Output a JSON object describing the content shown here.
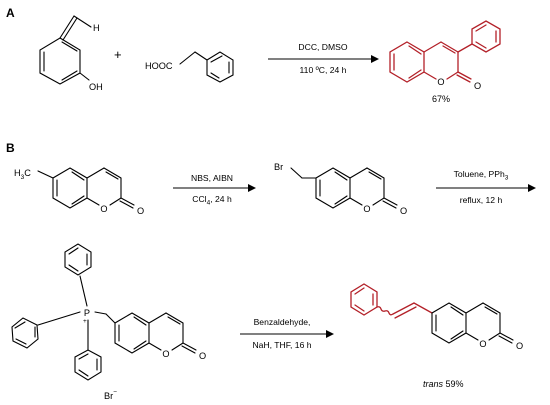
{
  "panels": {
    "a": "A",
    "b": "B"
  },
  "colors": {
    "product_highlight": "#b32028",
    "ink": "#000000"
  },
  "scheme_a": {
    "reactant1_aldehyde_h": "H",
    "reactant1_oh": "OH",
    "plus": "+",
    "reactant2_acid": "HOOC",
    "conditions_top": "DCC, DMSO",
    "conditions_bottom": "110 ºC, 24 h",
    "product_ring_o": "O",
    "product_carbonyl_o": "O",
    "yield": "67%"
  },
  "scheme_b": {
    "sm_methyl": "H",
    "sm_methyl_sub": "3",
    "sm_methyl_c": "C",
    "sm_ring_o": "O",
    "sm_carbonyl_o": "O",
    "step1_top": "NBS, AIBN",
    "step1_bottom_pre": "CCl",
    "step1_bottom_sub": "4",
    "step1_bottom_post": ", 24 h",
    "int1_br": "Br",
    "int1_ring_o": "O",
    "int1_carbonyl_o": "O",
    "step2_top_pre": "Toluene, PPh",
    "step2_top_sub": "3",
    "step2_bottom": "reflux, 12 h",
    "salt_p": "P",
    "salt_p_charge": "+",
    "salt_ring_o": "O",
    "salt_carbonyl_o": "O",
    "salt_counterion": "Br",
    "salt_counterion_charge": "−",
    "step3_top": "Benzaldehyde,",
    "step3_bottom": "NaH, THF, 16 h",
    "product_ring_o": "O",
    "product_carbonyl_o": "O",
    "product_stereo": "trans",
    "product_yield": "59%"
  }
}
